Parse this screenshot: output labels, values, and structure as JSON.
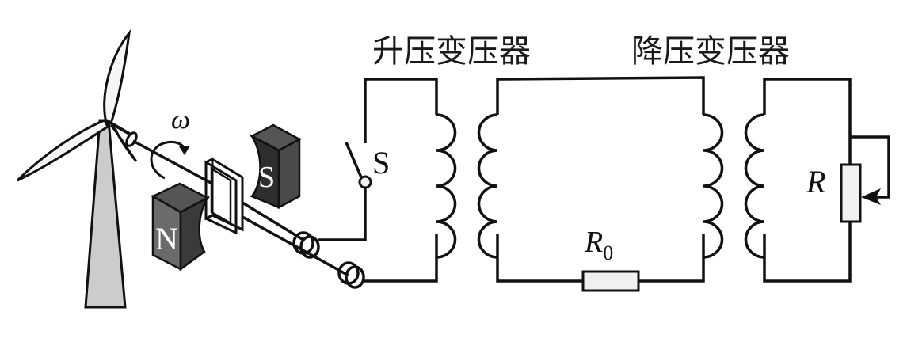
{
  "diagram": {
    "title": "Wind turbine power transmission circuit",
    "labels": {
      "step_up_transformer": "升压变压器",
      "step_down_transformer": "降压变压器",
      "angular_velocity": "ω",
      "switch": "S",
      "magnet_north": "N",
      "magnet_south": "S",
      "line_resistor": "R",
      "line_resistor_subscript": "0",
      "load_resistor": "R"
    },
    "colors": {
      "line": "#111111",
      "tower_fill": "#cccccc",
      "magnet_front": "#6b6b6b",
      "magnet_side": "#3a3a3a",
      "magnet_top": "#555555",
      "resistor_fill": "#f0f0f0"
    }
  }
}
